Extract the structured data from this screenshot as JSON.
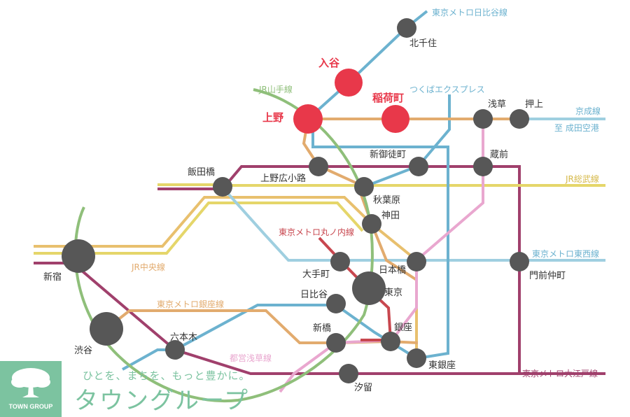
{
  "lines": {
    "hibiya": "東京メトロ日比谷線",
    "tsukuba": "つくばエクスプレス",
    "yamanote": "JR山手線",
    "keisei": "京成線",
    "narita": "至 成田空港",
    "sobu": "JR総武線",
    "marunouchi": "東京メトロ丸ノ内線",
    "chuo": "JR中央線",
    "tozai": "東京メトロ東西線",
    "ginza": "東京メトロ銀座線",
    "asakusa": "都営浅草線",
    "oedo": "東京メトロ大江戸線"
  },
  "stations": {
    "kitasenju": "北千住",
    "iriya": "入谷",
    "inaricho": "稲荷町",
    "ueno": "上野",
    "asakusa": "浅草",
    "oshiage": "押上",
    "shinokachimachi": "新御徒町",
    "kuramae": "蔵前",
    "iidabashi": "飯田橋",
    "uenohirokoji": "上野広小路",
    "akihabara": "秋葉原",
    "kanda": "神田",
    "shinjuku": "新宿",
    "otemachi": "大手町",
    "nihonbashi": "日本橋",
    "monzennakacho": "門前仲町",
    "tokyo": "東京",
    "hibiya": "日比谷",
    "shibuya": "渋谷",
    "roppongi": "六本木",
    "shimbashi": "新橋",
    "ginza": "銀座",
    "higashiginza": "東銀座",
    "shiodome": "汐留"
  },
  "logo": {
    "name": "TOWN GROUP",
    "tagline": "ひとを、まちを、もっと豊かに。",
    "brand": "タウングループ"
  },
  "colors": {
    "hibiya": "#6cb2cf",
    "tsukuba": "#6cb2cf",
    "yamanote": "#8fbf7a",
    "keisei": "#9fcfe0",
    "sobu": "#e5d66a",
    "chuo": "#e8c06e",
    "marunouchi": "#c8474f",
    "tozai": "#9fcfe0",
    "ginza": "#e2ab6e",
    "asakusa": "#e9a7cf",
    "oedo": "#a0406c",
    "highlight": "#e8384a",
    "station": "#575757",
    "brand": "#7cc3a0"
  }
}
